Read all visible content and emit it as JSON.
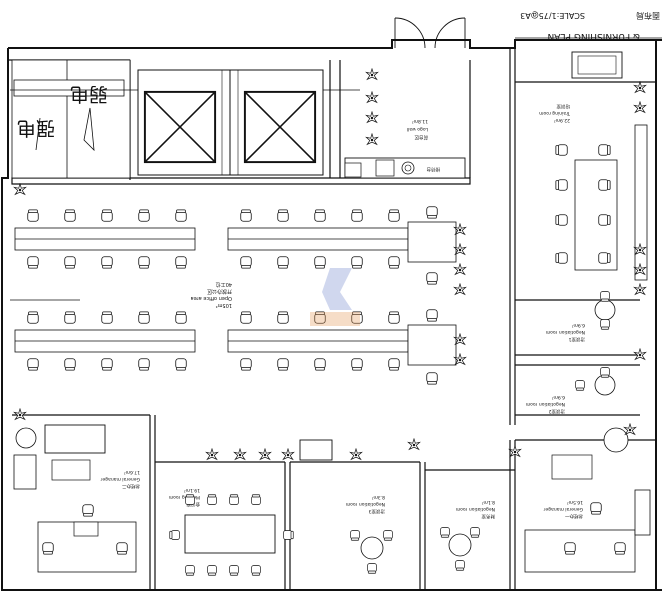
{
  "header": {
    "scale": "SCALE:1/75@A3",
    "plan_title": "& FURNISHING PLAN",
    "header_tail": "面布局"
  },
  "utility": {
    "weak_current": "弱电",
    "strong_current": "强电"
  },
  "rooms": {
    "lobby": {
      "area": "11.8m²",
      "name_en": "Logo wall",
      "name_cn": "前台区"
    },
    "reception_counter": "接待台",
    "training": {
      "name_cn": "培训室",
      "name_en": "Training room",
      "area": "22.9m²"
    },
    "open_office": {
      "name_cn": "开放办公区",
      "name_en": "Open office area",
      "area": "105m²"
    },
    "logo_mark": "40工位",
    "negotiation_1": {
      "name_cn": "洽谈室1",
      "name_en": "Negotiation room",
      "area": "6.9m²"
    },
    "negotiation_2": {
      "name_cn": "洽谈室2",
      "name_en": "Negotiation room",
      "area": "6.9m²"
    },
    "gm_office_2": {
      "name_cn": "总经办二",
      "name_en": "General manager",
      "area": "17.6m²"
    },
    "meeting": {
      "name_cn": "会议室",
      "name_en": "Meeting room",
      "area": "19.1m²"
    },
    "negotiation_3": {
      "name_cn": "洽谈室3",
      "name_en": "Negotiation room",
      "area": "8.3m²"
    },
    "finance": {
      "name_cn": "财务室",
      "name_en": "Negotiation room",
      "area": "8.1m²"
    },
    "gm_office_1": {
      "name_cn": "总经办一",
      "name_en": "General manager",
      "area": "16.5m²"
    }
  }
}
